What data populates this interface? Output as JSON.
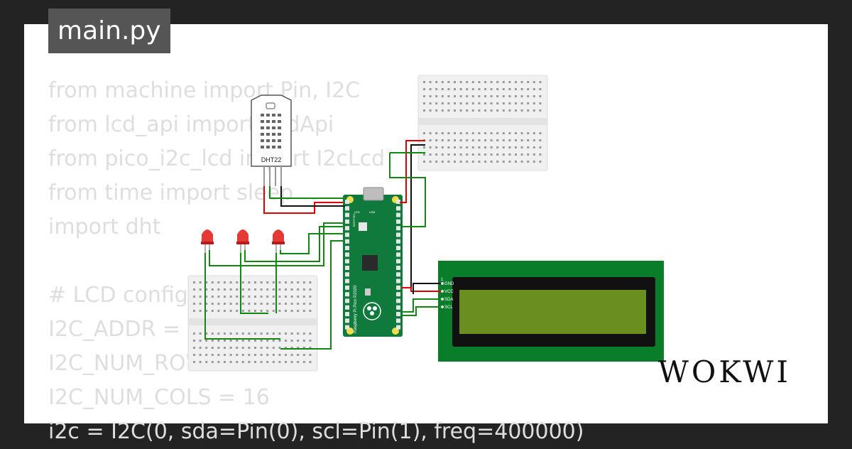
{
  "editor": {
    "filename": "main.py",
    "code_lines": [
      "from machine import Pin, I2C",
      "from lcd_api import LcdApi",
      "from pico_i2c_lcd import I2cLcd",
      "from time import sleep",
      "import dht",
      "",
      "# LCD configuration",
      "I2C_ADDR = 0x27",
      "I2C_NUM_ROWS = 2",
      "I2C_NUM_COLS = 16",
      "i2c = I2C(0, sda=Pin(0), scl=Pin(1), freq=400000)"
    ]
  },
  "circuit": {
    "sensor_label": "DHT22",
    "board_label": "Raspberry Pi Pico ©2020",
    "board_pins": {
      "led": "LED",
      "bootsel": "BOOTSEL",
      "usb": "USB"
    },
    "lcd_pins": [
      "GND",
      "VCC",
      "SDA",
      "SCL"
    ],
    "lcd_pin1": "1",
    "colors": {
      "wire_red": "#e00000",
      "wire_black": "#111111",
      "wire_green": "#118811",
      "led_red": "#e53935",
      "board_green": "#0f7a3c",
      "lcd_frame": "#0a7d2a",
      "lcd_screen": "#6b8f1f",
      "breadboard": "#f0f0f0"
    }
  },
  "brand": {
    "logo": "WOKWI"
  }
}
